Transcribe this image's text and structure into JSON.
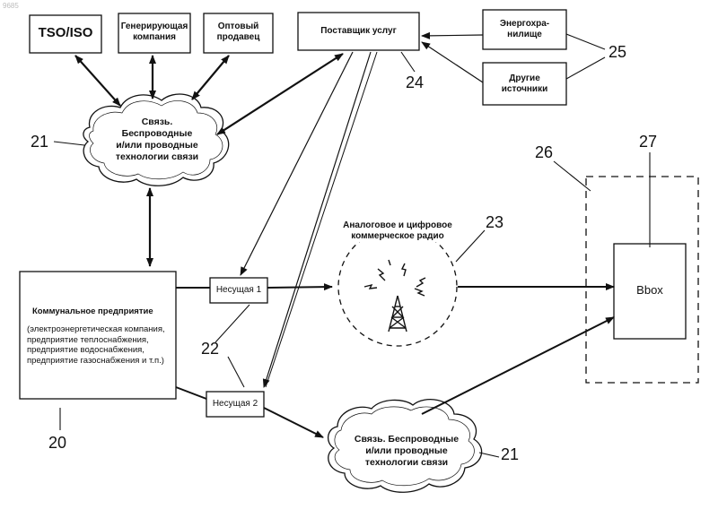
{
  "corner_id": "9685",
  "boxes": {
    "tso": "TSO/ISO",
    "generator": "Генерирующая\nкомпания",
    "wholesaler": "Оптовый\nпродавец",
    "provider": "Поставщик услуг",
    "storage": "Энергохра-\nнилище",
    "other_sources": "Другие\nисточники",
    "carrier1": "Несущая 1",
    "carrier2": "Несущая 2",
    "bbox": "Bbox"
  },
  "utility": {
    "title": "Коммунальное предприятие",
    "details": "(электроэнергетическая компания, предприятие теплоснабжения, предприятие водоснабжения, предприятие газоснабжения и т.п.)"
  },
  "clouds": {
    "top": "Связь.\nБеспроводные\nи/или проводные\nтехнологии связи",
    "bottom": "Связь. Беспроводные\nи/или проводные\nтехнологии связи"
  },
  "radio": {
    "label": "Аналоговое и цифровое\nкоммерческое радио"
  },
  "numbers": {
    "n20": "20",
    "n21a": "21",
    "n21b": "21",
    "n22": "22",
    "n23": "23",
    "n24": "24",
    "n25": "25",
    "n26": "26",
    "n27": "27"
  }
}
